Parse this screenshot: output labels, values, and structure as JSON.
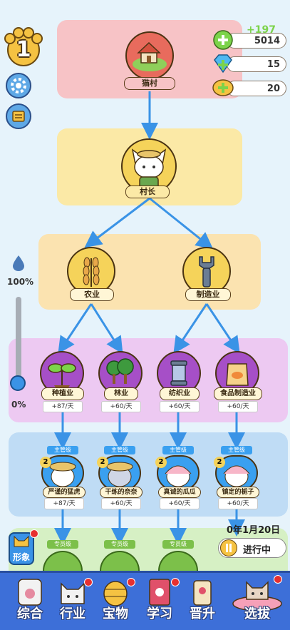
{
  "level": "1",
  "resources": [
    {
      "name": "coins",
      "value": "5014",
      "gain": "+197",
      "color": "#7cd34a"
    },
    {
      "name": "gems",
      "value": "15",
      "color": "#4fb8f0"
    },
    {
      "name": "tickets",
      "value": "20",
      "color": "#f5c242"
    }
  ],
  "village": {
    "label": "猫村"
  },
  "chief": {
    "label": "村长"
  },
  "sectors": [
    {
      "label": "农业"
    },
    {
      "label": "制造业"
    }
  ],
  "industries": [
    {
      "label": "种植业",
      "rate": "+87/天"
    },
    {
      "label": "林业",
      "rate": "+60/天"
    },
    {
      "label": "纺织业",
      "rate": "+60/天"
    },
    {
      "label": "食品制造业",
      "rate": "+60/天"
    }
  ],
  "managers": [
    {
      "rank": "主管级",
      "name": "严谨的猛虎",
      "rate": "+87/天",
      "level": "2"
    },
    {
      "rank": "主管级",
      "name": "干练的奈奈",
      "rate": "+60/天",
      "level": "2"
    },
    {
      "rank": "主管级",
      "name": "真诚的瓜瓜",
      "rate": "+60/天",
      "level": "2"
    },
    {
      "rank": "主管级",
      "name": "镇定的栀子",
      "rate": "+60/天",
      "level": "2"
    }
  ],
  "staff": [
    {
      "rank": "专员级"
    },
    {
      "rank": "专员级"
    },
    {
      "rank": "专员级"
    }
  ],
  "gauge": {
    "top": "100%",
    "bottom": "0%",
    "level": 0
  },
  "date": "0年1月20日",
  "status_button": "进行中",
  "appearance_button": "形象",
  "tabs": [
    "综合",
    "行业",
    "宝物",
    "学习",
    "晋升",
    "选拔"
  ],
  "colors": {
    "village": "#f7c3c6",
    "chief": "#fbe9a6",
    "sector": "#fbe3b0",
    "industry": "#edc9f2",
    "manager": "#bfdcf5",
    "staff": "#d6f0c4",
    "tabbar": "#3d6fd8"
  }
}
